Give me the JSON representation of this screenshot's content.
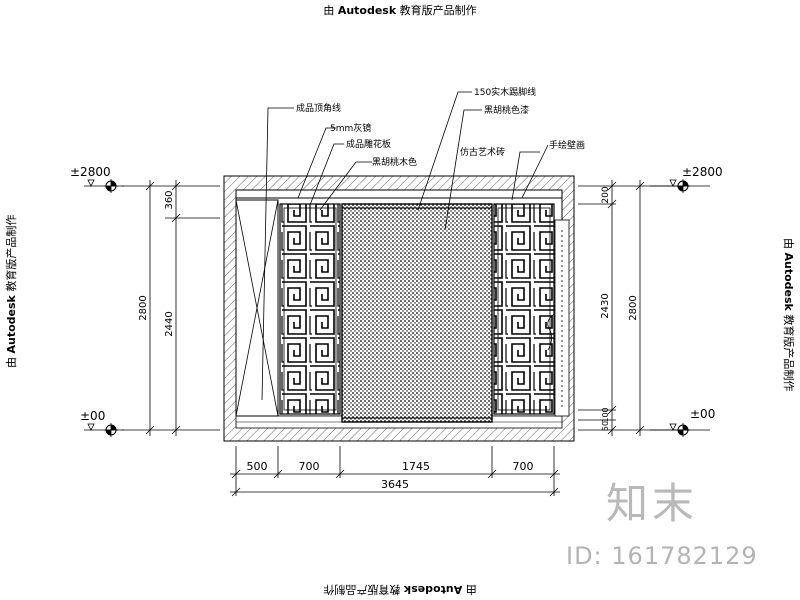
{
  "watermark": {
    "prefix": "由",
    "brand": "Autodesk",
    "suffix": "教育版产品制作"
  },
  "brand_logo": "知末",
  "brand_id": "ID: 161782129",
  "elevation_marks": {
    "top_left": "±2800",
    "bottom_left": "±00",
    "top_right": "±2800",
    "bottom_right": "±00"
  },
  "left_dims": {
    "outer": "2800",
    "upper": "360",
    "lower": "2440"
  },
  "right_dims": {
    "outer": "2800",
    "top": "200",
    "middle": "2430",
    "bottom_a": "100",
    "bottom_b": "50"
  },
  "bottom_dims": {
    "segments": [
      "500",
      "700",
      "1745",
      "700"
    ],
    "total": "3645"
  },
  "callouts": [
    "成品顶角线",
    "5mm灰镜",
    "成品雕花板",
    "黑胡桃木色",
    "150实木踢脚线",
    "黑胡桃色漆",
    "仿古艺术砖",
    "手绘壁画"
  ],
  "colors": {
    "line": "#000000",
    "watermark_brand": "#b9b9b9"
  }
}
